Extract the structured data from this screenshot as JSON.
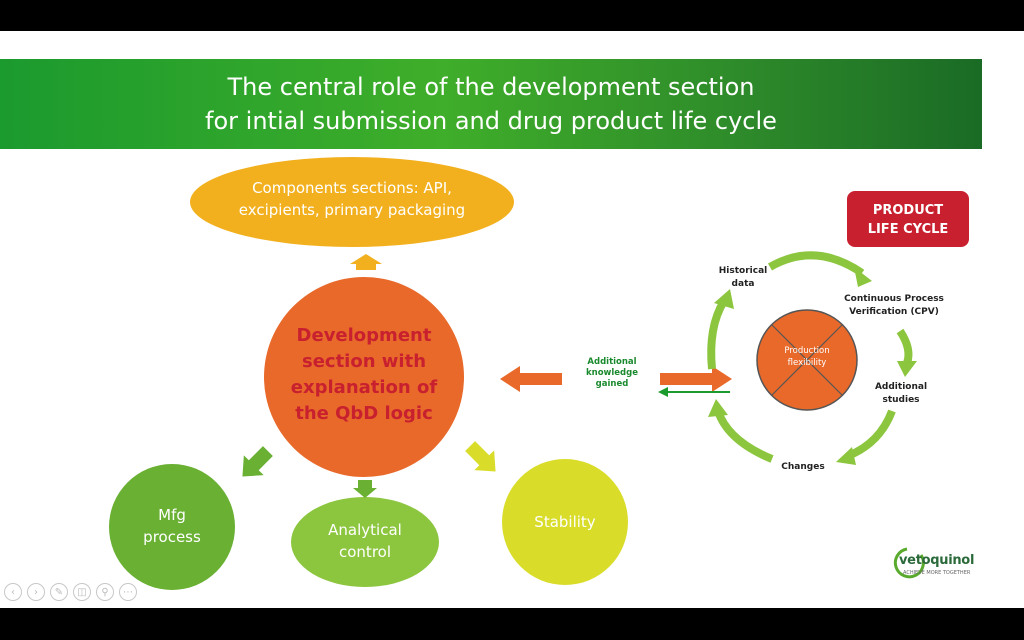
{
  "slide": {
    "title_line1": "The central role of the development section",
    "title_line2": "for intial submission and drug product life cycle"
  },
  "diagram": {
    "components": "Components sections: API, excipients, primary packaging",
    "center": "Development section with explanation of the QbD logic",
    "mfg": "Mfg process",
    "analytical": "Analytical control",
    "stability": "Stability",
    "additional_knowledge": "Additional knowledge gained",
    "product_life_cycle": "PRODUCT LIFE CYCLE",
    "historical": "Historical data",
    "cpv": "Continuous Process Verification (CPV)",
    "additional_studies": "Additional studies",
    "changes": "Changes",
    "production_flexibility": "Production flexibility"
  },
  "logo": {
    "name": "vetoquinol",
    "tagline": "ACHIEVE MORE TOGETHER"
  },
  "toolbar_icons": [
    "previous-icon",
    "next-icon",
    "pen-icon",
    "slides-icon",
    "zoom-icon",
    "more-icon"
  ],
  "colors": {
    "banner_green": "#2e9d2c",
    "orange": "#e8692a",
    "yellow_orange": "#f2b01e",
    "green": "#69b033",
    "light_green": "#8cc63f",
    "yellow": "#d9dd2a",
    "red_text": "#c8202f",
    "badge_red": "#c8202f"
  }
}
